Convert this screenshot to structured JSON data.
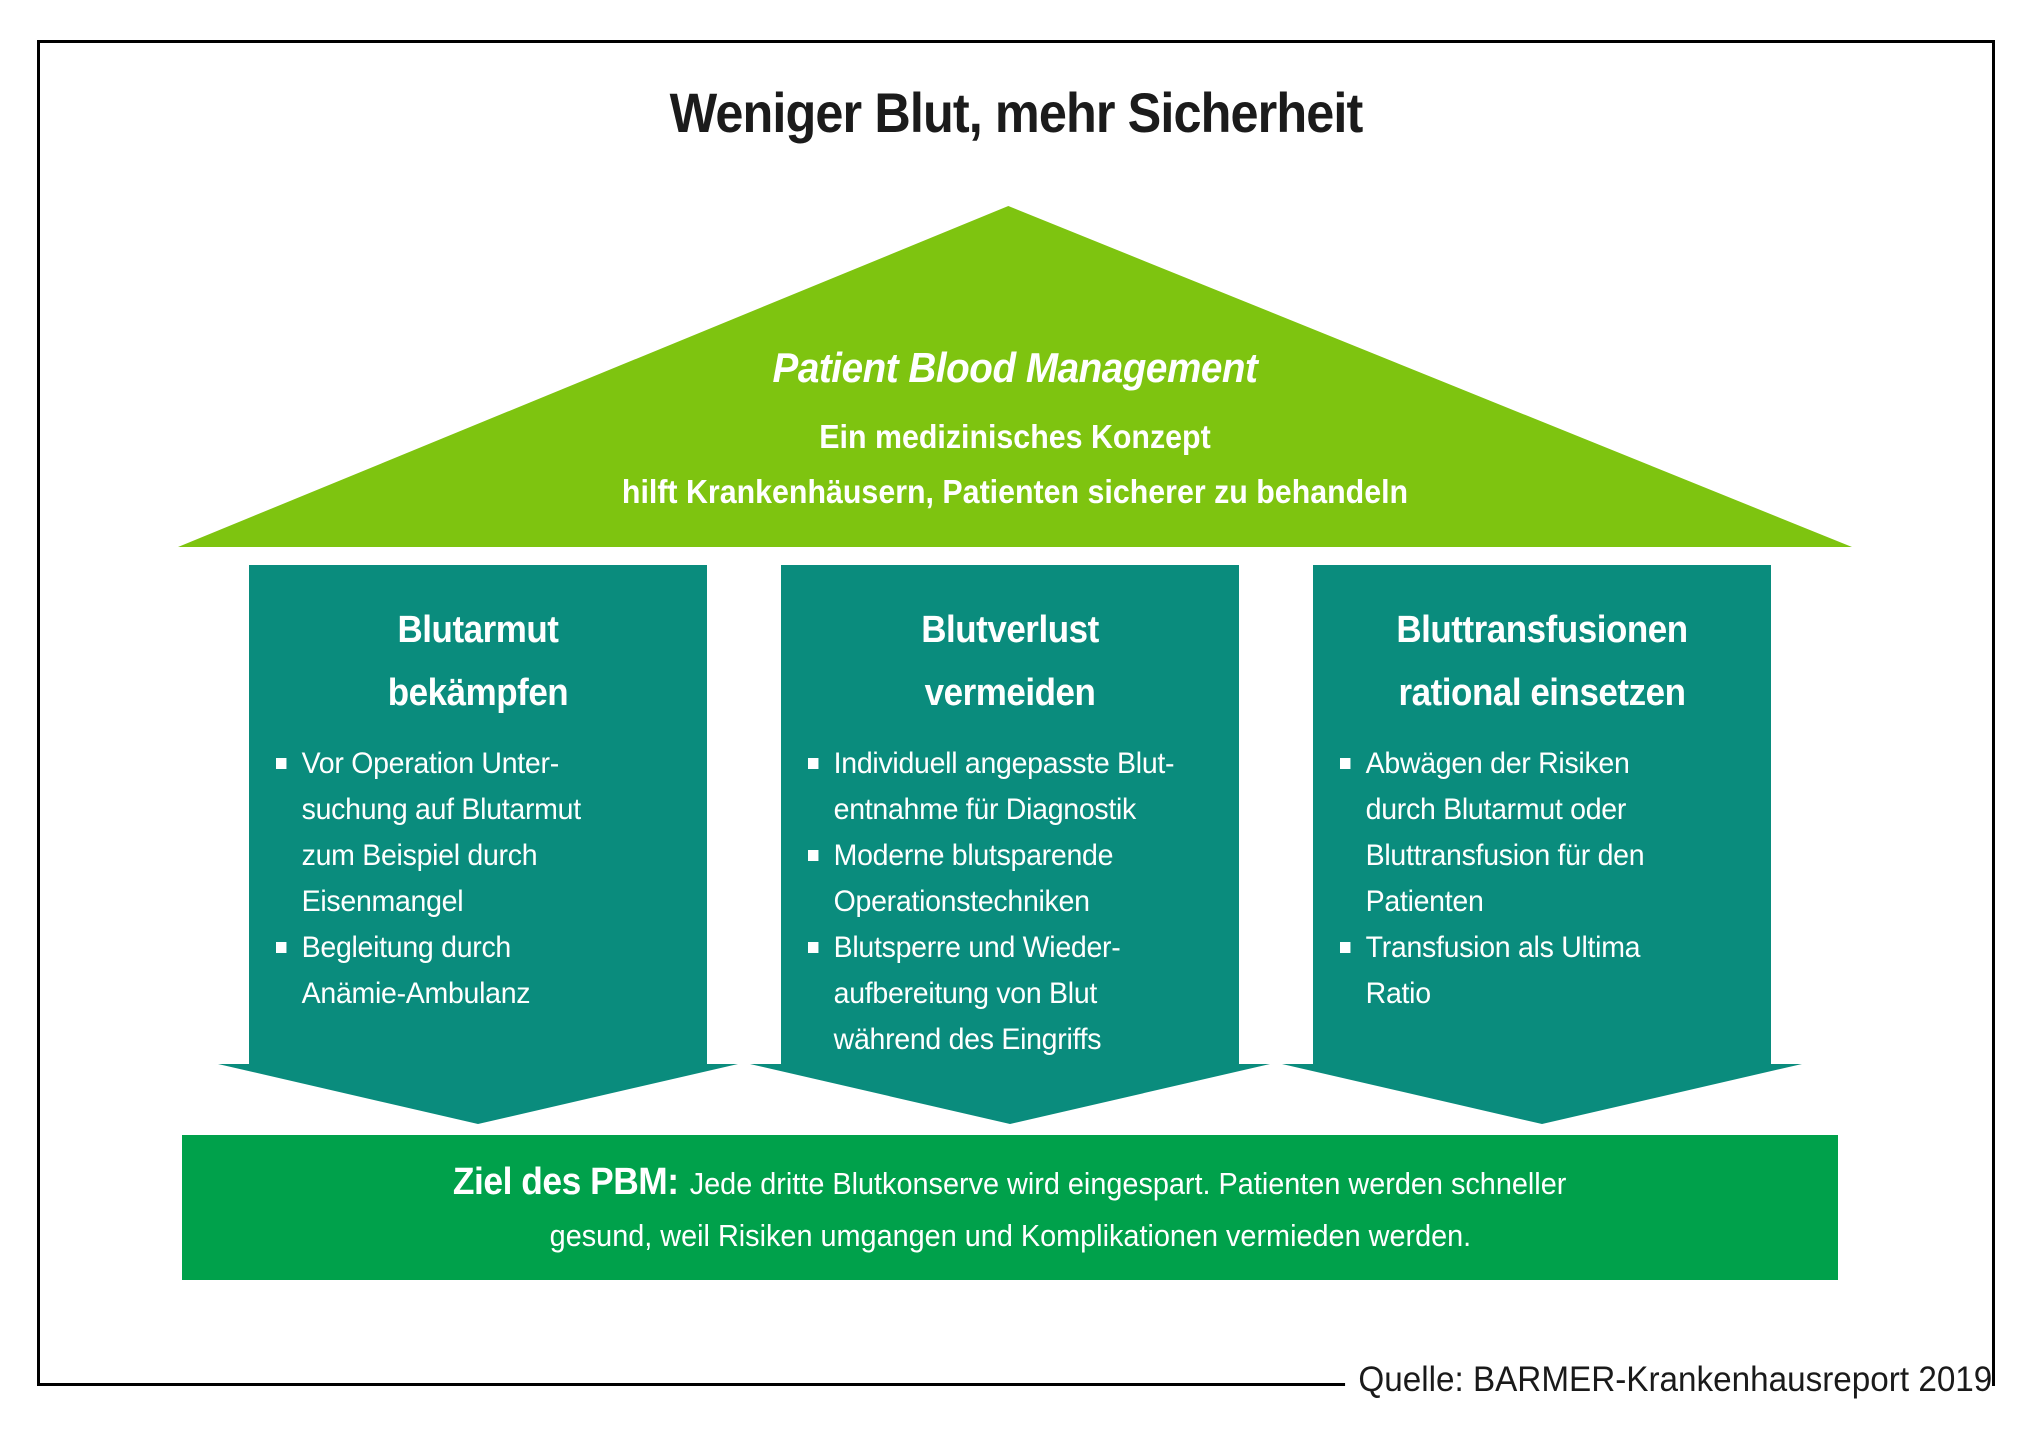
{
  "title": "Weniger Blut, mehr Sicherheit",
  "roof": {
    "heading": "Patient Blood Management",
    "line2": "Ein medizinisches Konzept",
    "line3": "hilft Krankenhäusern, Patienten sicherer zu behandeln"
  },
  "columns": [
    {
      "title": "Blutarmut\nbekämpfen",
      "bullets": [
        "Vor Operation Unter-\nsuchung auf Blutarmut\nzum Beispiel durch\nEisenmangel",
        "Begleitung durch\nAnämie-Ambulanz"
      ]
    },
    {
      "title": "Blutverlust\nvermeiden",
      "bullets": [
        "Individuell angepasste Blut-\nentnahme für Diagnostik",
        "Moderne blutsparende\nOperationstechniken",
        "Blutsperre und Wieder-\naufbereitung von Blut\nwährend des Eingriffs"
      ]
    },
    {
      "title": "Bluttransfusionen\nrational einsetzen",
      "bullets": [
        "Abwägen der Risiken\ndurch Blutarmut oder\nBluttransfusion für den\nPatienten",
        "Transfusion als Ultima\nRatio"
      ]
    }
  ],
  "goal": {
    "label": "Ziel des PBM:",
    "text1": "Jede dritte Blutkonserve wird eingespart. Patienten werden schneller",
    "text2": "gesund, weil Risiken umgangen und Komplikationen vermieden werden."
  },
  "source": "Quelle: BARMER-Krankenhausreport 2019",
  "colors": {
    "lime": "#7EC410",
    "teal": "#0A8C7D",
    "green": "#00A14B"
  }
}
